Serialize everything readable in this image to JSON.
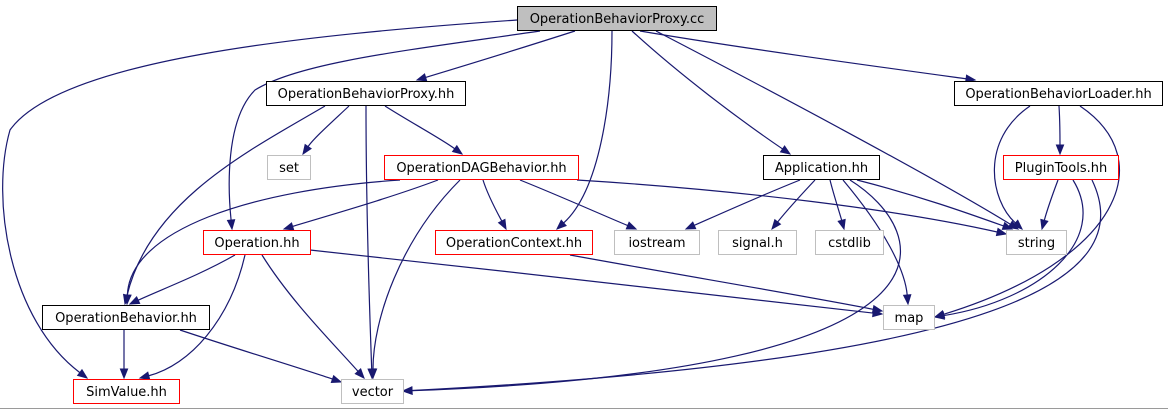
{
  "colors": {
    "edge": "#191970",
    "border_root_fill": "#bfbfbf",
    "border_local": "#000000",
    "border_truncated": "#ff0000",
    "border_external": "#bfbfbf",
    "node_fill": "#ffffff"
  },
  "nodes": [
    {
      "id": "proxy_cc",
      "label": "OperationBehaviorProxy.cc",
      "kind": "root"
    },
    {
      "id": "proxy_hh",
      "label": "OperationBehaviorProxy.hh",
      "kind": "local"
    },
    {
      "id": "loader_hh",
      "label": "OperationBehaviorLoader.hh",
      "kind": "local"
    },
    {
      "id": "set",
      "label": "set",
      "kind": "external"
    },
    {
      "id": "dag_hh",
      "label": "OperationDAGBehavior.hh",
      "kind": "truncated"
    },
    {
      "id": "app_hh",
      "label": "Application.hh",
      "kind": "local"
    },
    {
      "id": "plugin_hh",
      "label": "PluginTools.hh",
      "kind": "truncated"
    },
    {
      "id": "operation_hh",
      "label": "Operation.hh",
      "kind": "truncated"
    },
    {
      "id": "context_hh",
      "label": "OperationContext.hh",
      "kind": "truncated"
    },
    {
      "id": "iostream",
      "label": "iostream",
      "kind": "external"
    },
    {
      "id": "signal_h",
      "label": "signal.h",
      "kind": "external"
    },
    {
      "id": "cstdlib",
      "label": "cstdlib",
      "kind": "external"
    },
    {
      "id": "string",
      "label": "string",
      "kind": "external"
    },
    {
      "id": "behavior_hh",
      "label": "OperationBehavior.hh",
      "kind": "local"
    },
    {
      "id": "map",
      "label": "map",
      "kind": "external"
    },
    {
      "id": "simvalue_hh",
      "label": "SimValue.hh",
      "kind": "truncated"
    },
    {
      "id": "vector",
      "label": "vector",
      "kind": "external"
    }
  ],
  "edges": [
    {
      "from": "proxy_cc",
      "to": "proxy_hh"
    },
    {
      "from": "proxy_cc",
      "to": "loader_hh"
    },
    {
      "from": "proxy_cc",
      "to": "operation_hh"
    },
    {
      "from": "proxy_cc",
      "to": "context_hh"
    },
    {
      "from": "proxy_cc",
      "to": "app_hh"
    },
    {
      "from": "proxy_cc",
      "to": "string"
    },
    {
      "from": "proxy_cc",
      "to": "simvalue_hh"
    },
    {
      "from": "proxy_hh",
      "to": "set"
    },
    {
      "from": "proxy_hh",
      "to": "dag_hh"
    },
    {
      "from": "proxy_hh",
      "to": "behavior_hh"
    },
    {
      "from": "proxy_hh",
      "to": "vector"
    },
    {
      "from": "loader_hh",
      "to": "plugin_hh"
    },
    {
      "from": "loader_hh",
      "to": "string"
    },
    {
      "from": "loader_hh",
      "to": "map"
    },
    {
      "from": "dag_hh",
      "to": "operation_hh"
    },
    {
      "from": "dag_hh",
      "to": "context_hh"
    },
    {
      "from": "dag_hh",
      "to": "iostream"
    },
    {
      "from": "dag_hh",
      "to": "string"
    },
    {
      "from": "dag_hh",
      "to": "behavior_hh"
    },
    {
      "from": "dag_hh",
      "to": "vector"
    },
    {
      "from": "app_hh",
      "to": "iostream"
    },
    {
      "from": "app_hh",
      "to": "signal_h"
    },
    {
      "from": "app_hh",
      "to": "cstdlib"
    },
    {
      "from": "app_hh",
      "to": "string"
    },
    {
      "from": "app_hh",
      "to": "map"
    },
    {
      "from": "app_hh",
      "to": "vector"
    },
    {
      "from": "plugin_hh",
      "to": "string"
    },
    {
      "from": "plugin_hh",
      "to": "map"
    },
    {
      "from": "plugin_hh",
      "to": "vector"
    },
    {
      "from": "operation_hh",
      "to": "behavior_hh"
    },
    {
      "from": "operation_hh",
      "to": "simvalue_hh"
    },
    {
      "from": "operation_hh",
      "to": "vector"
    },
    {
      "from": "operation_hh",
      "to": "map"
    },
    {
      "from": "context_hh",
      "to": "map"
    },
    {
      "from": "behavior_hh",
      "to": "simvalue_hh"
    },
    {
      "from": "behavior_hh",
      "to": "vector"
    }
  ]
}
